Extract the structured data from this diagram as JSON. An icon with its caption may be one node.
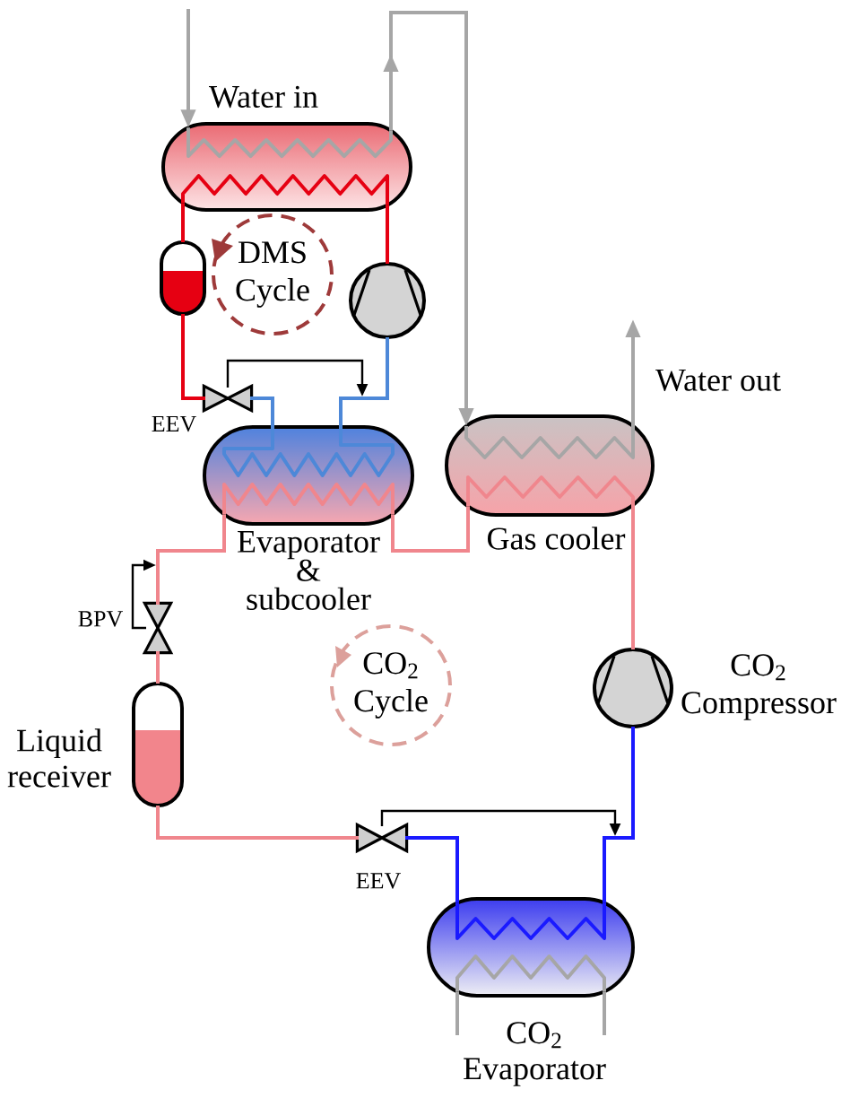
{
  "diagram": {
    "nodes": [
      {
        "text": [],
        "shape": "box"
      },
      {
        "text": [],
        "shape": "cylinder"
      },
      {
        "text": [
          "DMS Cycle"
        ]
      },
      {
        "text": [],
        "shape": "circle"
      },
      {
        "text": [
          "EEV"
        ]
      },
      {
        "text": [
          "Evaporator & subcooler"
        ]
      },
      {
        "text": [
          "Gas cooler"
        ]
      },
      {
        "text": [
          "BPV"
        ]
      },
      {
        "text": [
          "CO$_{2}$ Cycle"
        ]
      },
      {
        "text": [
          "CO$_{2}$ Compressor"
        ]
      },
      {
        "text": [
          "Liquid receiver"
        ]
      },
      {
        "text": [
          "EEV"
        ]
      },
      {
        "text": [
          "CO$_{2}$ Evaporator"
        ]
      }
    ],
    "edges": [
      {
        "from": 0,
        "to": 1,
        "arrow": "none",
        "color": "#e60012"
      },
      {
        "from": 1,
        "to": 4,
        "arrow": "none",
        "color": "#e60012"
      },
      {
        "from": 4,
        "to": 5,
        "arrow": "none",
        "color": "#4d88d8"
      },
      {
        "from": 5,
        "to": 3,
        "arrow": "none",
        "color": "#4d88d8"
      },
      {
        "from": 3,
        "to": 0,
        "arrow": "none",
        "color": "#e60012"
      },
      {
        "from": 4,
        "to": null,
        "arrow": "to",
        "color": "#000000"
      },
      {
        "from": null,
        "to": 0,
        "arrow": "to",
        "color": "#a6a6a6"
      },
      {
        "from": 0,
        "to": 6,
        "arrow": "to",
        "color": "#a6a6a6"
      },
      {
        "from": 6,
        "to": null,
        "arrow": "to",
        "color": "#a6a6a6"
      },
      {
        "from": 9,
        "to": 6,
        "arrow": "none",
        "color": "#f0868d"
      },
      {
        "from": 6,
        "to": 5,
        "arrow": "none",
        "color": "#f0868d"
      },
      {
        "from": 5,
        "to": 7,
        "arrow": "none",
        "color": "#f0868d"
      },
      {
        "from": 7,
        "to": 10,
        "arrow": "none",
        "color": "#f0868d"
      },
      {
        "from": 7,
        "to": null,
        "arrow": "to",
        "color": "#000000"
      },
      {
        "from": 10,
        "to": 11,
        "arrow": "none",
        "color": "#f0868d"
      },
      {
        "from": 11,
        "to": 12,
        "arrow": "none",
        "color": "#1a1aff"
      },
      {
        "from": 12,
        "to": 9,
        "arrow": "none",
        "color": "#1a1aff"
      },
      {
        "from": 11,
        "to": null,
        "arrow": "to",
        "color": "#000000"
      },
      {
        "from": 12,
        "to": null,
        "arrow": "none",
        "color": "#a6a6a6"
      },
      {
        "from": 12,
        "to": null,
        "arrow": "none",
        "color": "#a6a6a6"
      }
    ],
    "labels": [
      "Water in",
      "Water out"
    ]
  }
}
